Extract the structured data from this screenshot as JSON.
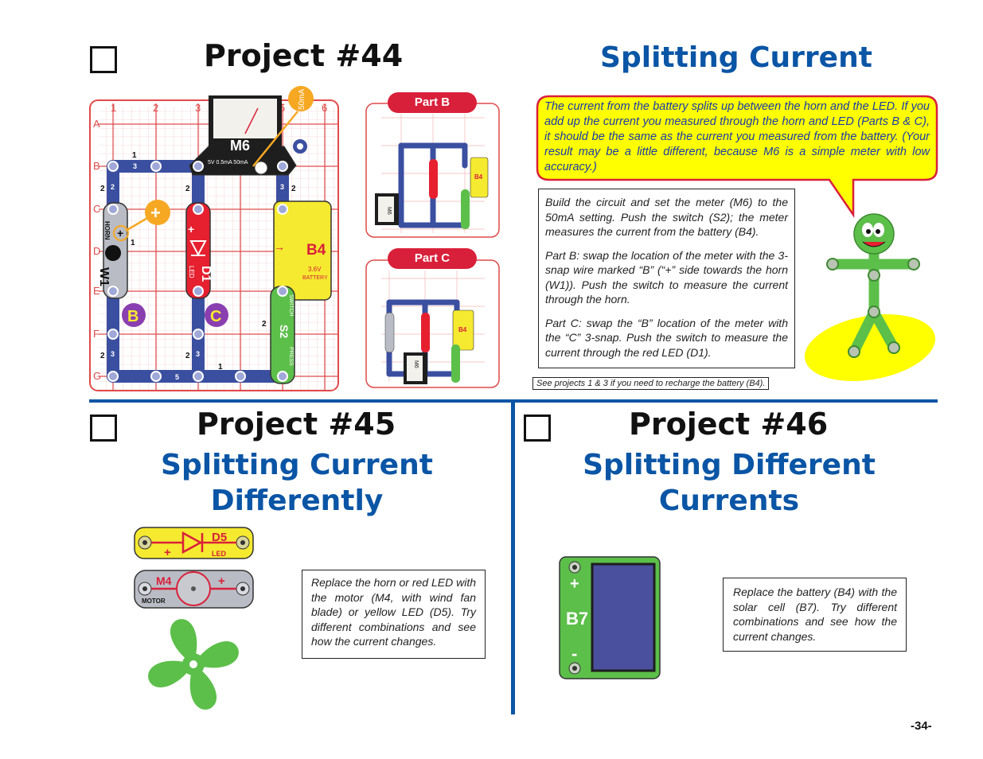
{
  "project44": {
    "title": "Project #44",
    "subtitle": "Splitting Current",
    "bubble": "The current from the battery splits up between the horn and the LED. If you add up the current you measured through the horn and LED (Parts B & C), it should be the same as the current you measured from the battery. (Your result may be a little different, because M6 is a simple meter with low accuracy.)",
    "instructions": [
      "Build the circuit and set the meter (M6) to the 50mA setting. Push the switch (S2); the meter measures the current from the battery (B4).",
      "Part B: swap the location of the meter with the 3-snap wire marked “B” (“+” side towards the horn (W1)). Push the switch to measure the current through the horn.",
      "Part C: swap the “B” location of the meter with the “C” 3-snap. Push the switch to measure the current through the red LED (D1)."
    ],
    "recharge_note": "See projects 1 & 3 if you need to recharge the battery (B4).",
    "part_b_label": "Part B",
    "part_c_label": "Part C",
    "diagram": {
      "col_labels": [
        "1",
        "2",
        "3",
        "4",
        "5",
        "6"
      ],
      "row_labels": [
        "A",
        "B",
        "C",
        "D",
        "E",
        "F",
        "G"
      ],
      "meter_label": "M6",
      "meter_scale": "5V  0.5mA  50mA",
      "range_callout": "50mA",
      "battery_label": "B4",
      "battery_sub1": "3.6V",
      "battery_sub2": "BATTERY",
      "led_label": "D1",
      "led_sub": "LED",
      "horn_label": "W1",
      "horn_sub": "HORN",
      "switch_label": "S2",
      "switch_sub": "SWITCH",
      "switch_sub2": "PRESS",
      "marker_b": "B",
      "marker_c": "C",
      "plus": "+",
      "snap_1": "1",
      "snap_2": "2",
      "snap_3": "3",
      "snap_5": "5"
    }
  },
  "project45": {
    "title": "Project #45",
    "subtitle_line1": "Splitting Current",
    "subtitle_line2": "Differently",
    "instructions": "Replace the horn or red LED with the motor (M4, with wind fan blade) or yellow LED (D5). Try different combinations and see how the current changes.",
    "led_label": "D5",
    "led_sub": "LED",
    "motor_label": "M4",
    "motor_sub": "MOTOR",
    "plus": "+"
  },
  "project46": {
    "title": "Project #46",
    "subtitle_line1": "Splitting Different",
    "subtitle_line2": "Currents",
    "instructions": "Replace the battery (B4) with the solar cell (B7). Try different combinations and see how the current changes.",
    "solar_label": "B7",
    "plus": "+",
    "minus": "-"
  },
  "page_number": "-34-",
  "colors": {
    "title_blue": "#0a55a5",
    "bubble_yellow": "#ffff00",
    "bubble_border": "#d9203a",
    "part_label_red": "#d9203a",
    "grid_red": "#e04a4a",
    "wire_blue": "#3b4fa0",
    "green": "#5cbf4a"
  }
}
